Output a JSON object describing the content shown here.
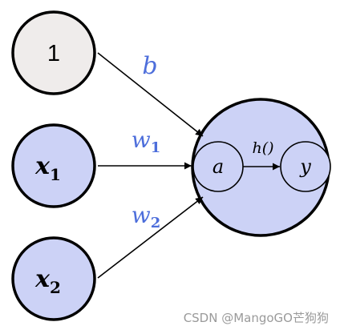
{
  "diagram": {
    "nodes": {
      "bias_input": {
        "label": "1",
        "fill": "#efeceb"
      },
      "x1": {
        "label": "x",
        "subscript": "1",
        "fill": "#ccd2f6"
      },
      "x2": {
        "label": "x",
        "subscript": "2",
        "fill": "#ccd2f6"
      },
      "neuron": {
        "fill": "#ccd2f6"
      },
      "a": {
        "label": "a",
        "fill": "#ccd2f6"
      },
      "y": {
        "label": "y",
        "fill": "#ccd2f6"
      }
    },
    "edges": {
      "b": {
        "label": "b"
      },
      "w1": {
        "label": "w",
        "subscript": "1"
      },
      "w2": {
        "label": "w",
        "subscript": "2"
      },
      "activation": {
        "label": "h()"
      }
    },
    "colors": {
      "weight_label": "#4d6edb",
      "stroke": "#000000"
    }
  },
  "watermark": "CSDN @MangoGO芒狗狗"
}
